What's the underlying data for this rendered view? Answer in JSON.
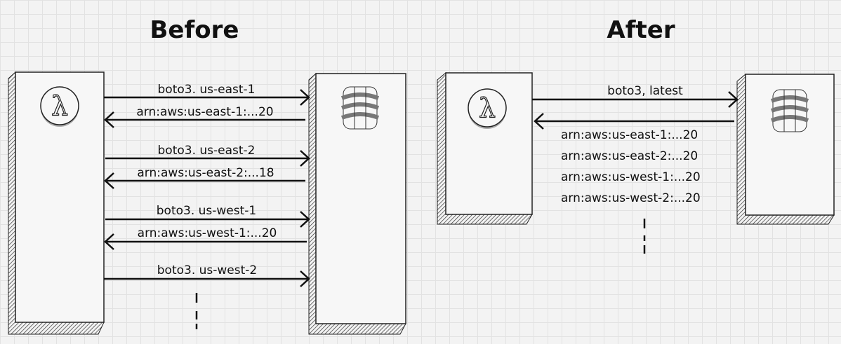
{
  "before": {
    "title": "Before",
    "calls": [
      {
        "request": "boto3. us-east-1",
        "response": "arn:aws:us-east-1:...20"
      },
      {
        "request": "boto3. us-east-2",
        "response": "arn:aws:us-east-2:...18"
      },
      {
        "request": "boto3. us-west-1",
        "response": "arn:aws:us-west-1:...20"
      },
      {
        "request": "boto3. us-west-2"
      }
    ]
  },
  "after": {
    "title": "After",
    "request": "boto3, latest",
    "responses": [
      "arn:aws:us-east-1:...20",
      "arn:aws:us-east-2:...20",
      "arn:aws:us-west-1:...20",
      "arn:aws:us-west-2:...20"
    ]
  },
  "icons": {
    "lambda": "λ"
  }
}
